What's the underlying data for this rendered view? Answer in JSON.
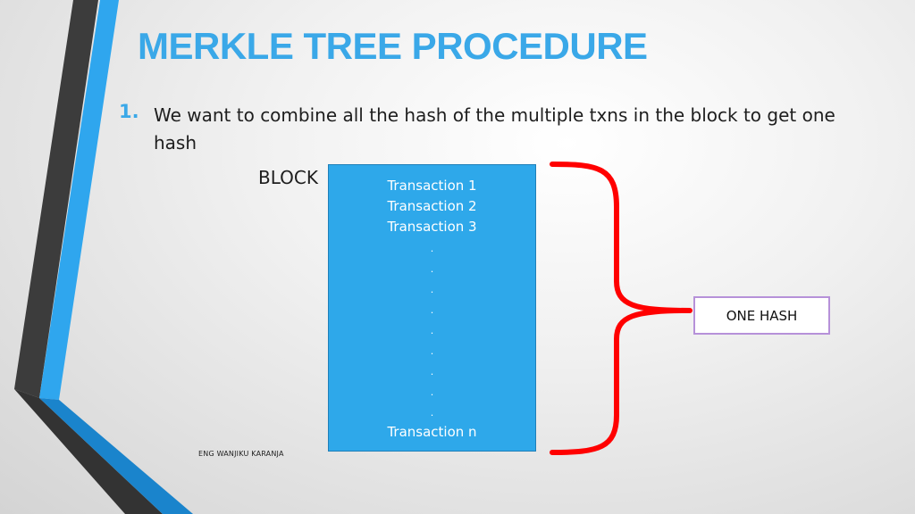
{
  "slide": {
    "title": "MERKLE TREE PROCEDURE",
    "bullet_number": "1.",
    "bullet_text": "We want to combine all the hash of the multiple txns in the block to get one hash",
    "footer": "ENG WANJIKU KARANJA"
  },
  "diagram": {
    "block_label": "BLOCK",
    "transactions": [
      "Transaction 1",
      "Transaction 2",
      "Transaction 3"
    ],
    "ellipsis": [
      ".",
      ".",
      ".",
      ".",
      ".",
      ".",
      ".",
      ".",
      "."
    ],
    "last_transaction": "Transaction n",
    "result_label": "ONE HASH"
  },
  "colors": {
    "accent_blue": "#3aa8e8",
    "block_fill": "#2ea8ea",
    "brace_red": "#ff0000",
    "hash_border": "#b691d9",
    "band_dark": "#3a3a3a",
    "band_blue": "#1f8fd8"
  }
}
